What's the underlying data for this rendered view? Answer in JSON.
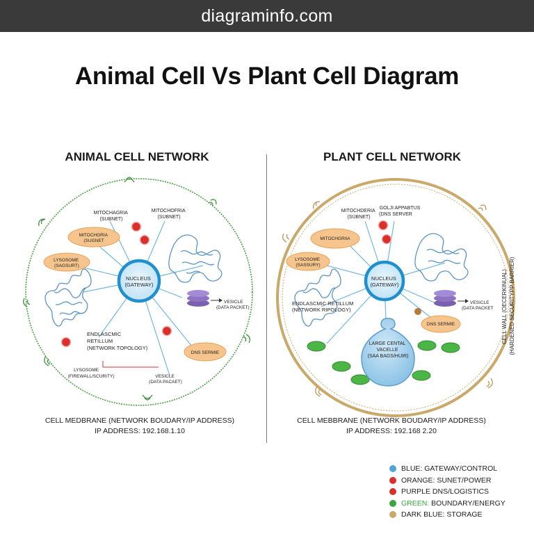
{
  "header": {
    "site": "diagraminfo.com"
  },
  "title": "Animal Cell Vs Plant Cell Diagram",
  "animal": {
    "title": "ANIMAL CELL NETWORK",
    "mito1": [
      "MITOCHAGRIA",
      "(SUBNET)"
    ],
    "mito2": [
      "MITOCHOFRIA",
      "(SUBNET)"
    ],
    "mito_bubble": [
      "MITOCHGRIA",
      "(SUGNET"
    ],
    "lyso_bubble": [
      "LYSOSOME",
      "(SAGSURT)"
    ],
    "nucleus": [
      "NUCLEUS",
      "(GATEWAY)"
    ],
    "vesicle_arrow": [
      "VESICLE",
      "(DATA PACKET)"
    ],
    "er": [
      "ENDLASCMIC",
      "RETILLUM",
      "(NETWORK TOPOLOGY)"
    ],
    "dns_bubble": "DNS SERMIE",
    "lysosome": [
      "LYSOSOME",
      "(FIREWALL/SCURITY)"
    ],
    "vesicle_bottom": [
      "VESICLE",
      "(DATA PACAET)"
    ],
    "caption1": "CELL MEDBRANE (NETWORK BOUDARY/IP ADDRESS)",
    "caption2": "IP ADDRESS: 192.168.1.10"
  },
  "plant": {
    "title": "PLANT CELL NETWORK",
    "mito1": [
      "MITOCHDERIA",
      "(SUBNET)"
    ],
    "golgi": [
      "GOLJI APPABTUS",
      "(DNS SERVER"
    ],
    "mito_bubble": "MITOCHGRIIA",
    "lyso_bubble": [
      "LYSOSOME",
      "(SASSURY)"
    ],
    "nucleus": [
      "NUCLEUS",
      "(GATEWAY)"
    ],
    "vesicle_arrow": [
      "VESICLE",
      "(DATA PACKET"
    ],
    "er": [
      "ENDLASCMIC RETILLUM",
      "(NETWORK RIPOLOGY)"
    ],
    "dns_bubble": "DNS SERMIE",
    "vacuole": [
      "LARGE CENTAL",
      "VACELLE",
      "(SAA BAGS/HUIR)"
    ],
    "cell_wall": [
      "CELL WALL (OECERKINUAL)",
      "(HARDENED SECURITYPP BARRIER)"
    ],
    "caption1": "CELL MEBBRANE (NETWORK BOUDARY/IP ADDRESS)",
    "caption2": "IP ADDRESS: 192.168 2.20"
  },
  "legend": [
    {
      "text": "BLUE: GATEWAY/CONTROL",
      "color": "#4fa3d9"
    },
    {
      "text": "ORANGE: SUNET/POWER",
      "color": "#d9302b"
    },
    {
      "text": "PURPLE DNS/LOGISTICS",
      "color": "#d9302b"
    },
    {
      "text": "GREEN: BOUNDARY/ENERGY",
      "color": "#3aa640",
      "green_label": "GREEN:"
    },
    {
      "text": "DARK BLUE: STORAGE",
      "color": "#c9a86a"
    }
  ]
}
